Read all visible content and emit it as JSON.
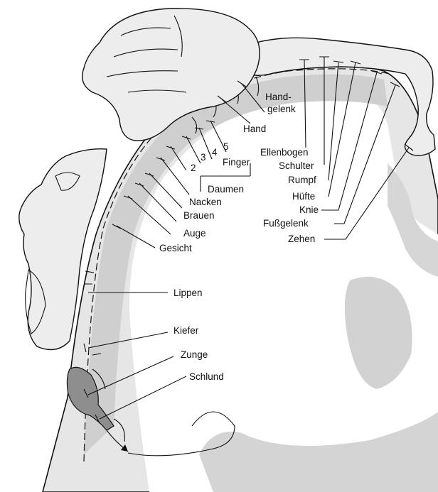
{
  "labels": {
    "hand_gelenk_1": "Hand-",
    "hand_gelenk_2": "gelenk",
    "hand": "Hand",
    "ellenbogen": "Ellenbogen",
    "schulter": "Schulter",
    "rumpf": "Rumpf",
    "huefte": "Hüfte",
    "knie": "Knie",
    "fussgelenk": "Fußgelenk",
    "zehen": "Zehen",
    "finger": "Finger",
    "finger_5": "5",
    "finger_4": "4",
    "finger_3": "3",
    "finger_2": "2",
    "daumen": "Daumen",
    "nacken": "Nacken",
    "brauen": "Brauen",
    "auge": "Auge",
    "gesicht": "Gesicht",
    "lippen": "Lippen",
    "kiefer": "Kiefer",
    "zunge": "Zunge",
    "schlund": "Schlund"
  },
  "colors": {
    "background": "#ffffff",
    "tissue_light": "#e6e6e6",
    "tissue_dark": "#c8c8c8",
    "homunculus": "#ededed",
    "tongue": "#8e8e8e",
    "outline": "#111111"
  }
}
